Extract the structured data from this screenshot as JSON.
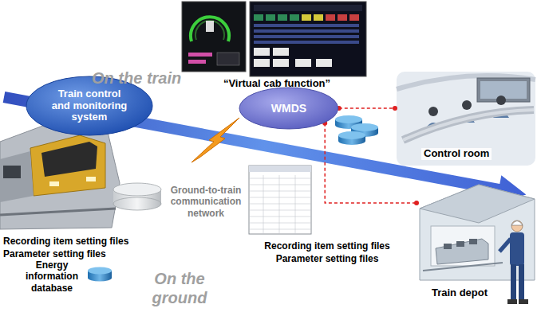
{
  "diagram": {
    "nodes": [
      {
        "text": [
          "Train control and monitoring system"
        ]
      },
      {
        "text": [
          "WMDS"
        ]
      },
      {
        "text": [
          "Control room"
        ]
      },
      {
        "text": [
          "Train depot"
        ]
      }
    ],
    "edges": [
      {
        "from": 1,
        "to": 2,
        "arrow": "none"
      },
      {
        "from": 1,
        "to": 3,
        "arrow": "none"
      }
    ],
    "labels": [
      "On the train",
      "“Virtual cab function”",
      "Ground-to-train communication network",
      "Recording item setting files",
      "Parameter setting files",
      "Energy information database",
      "On the ground",
      "Recording item setting files",
      "Parameter setting files"
    ]
  }
}
